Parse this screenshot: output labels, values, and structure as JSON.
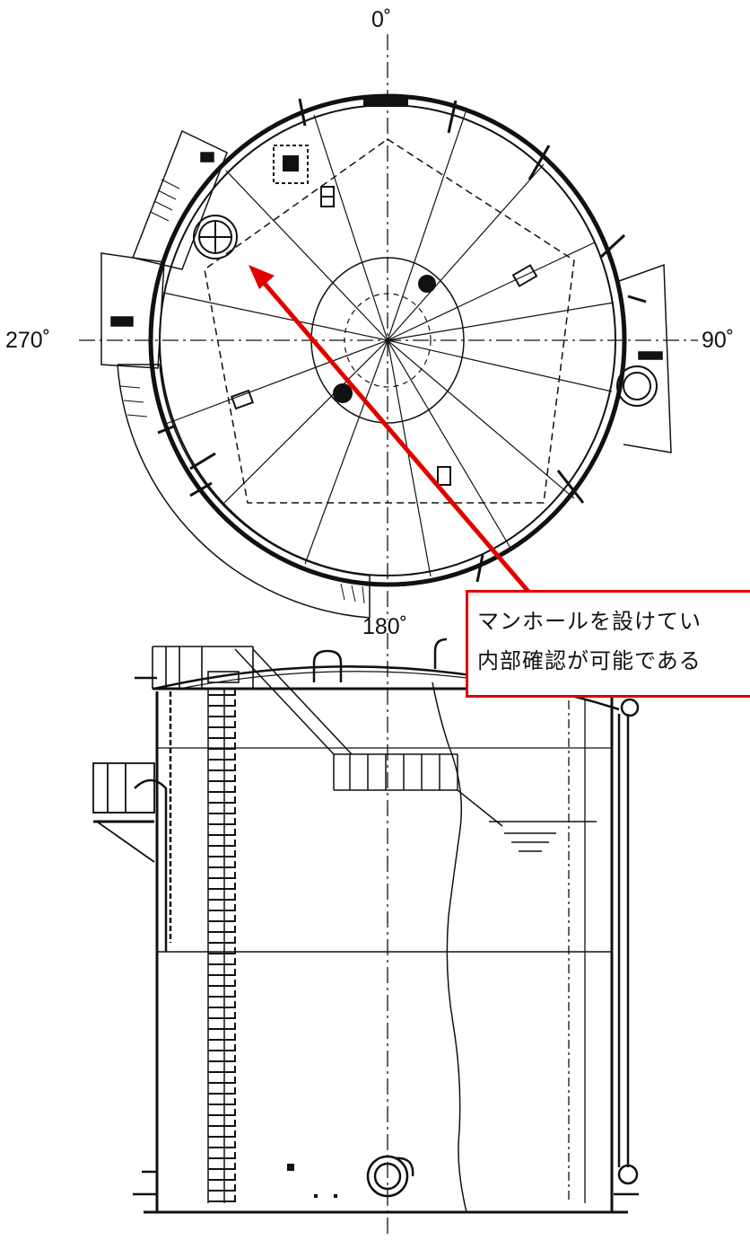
{
  "angles": {
    "top": "0˚",
    "right": "90˚",
    "bottom": "180˚",
    "left": "270˚"
  },
  "callout": {
    "line1": "マンホールを設けてい",
    "line2": "内部確認が可能である"
  },
  "colors": {
    "callout_border": "#e00000",
    "arrow": "#e00000",
    "drawing_line": "#111111"
  },
  "icons": {
    "manhole": "manhole-icon",
    "arrow": "arrow-icon"
  }
}
